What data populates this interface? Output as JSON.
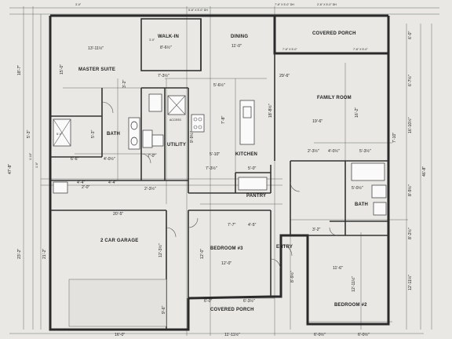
{
  "rooms": {
    "walk_in": {
      "label": "WALK-IN",
      "dim": "8'-6½\""
    },
    "dining": {
      "label": "DINING",
      "dim": "11'-0\""
    },
    "covered_porch_top": {
      "label": "COVERED PORCH"
    },
    "master_suite": {
      "label": "MASTER SUITE",
      "dim_w": "13'-11½\"",
      "dim_h": "15'-0\""
    },
    "family_room": {
      "label": "FAMILY ROOM",
      "dim_w": "19'-6\"",
      "dim_h": "16'-2\""
    },
    "bath_master": {
      "label": "BATH"
    },
    "utility": {
      "label": "UTILITY"
    },
    "kitchen": {
      "label": "KITCHEN"
    },
    "pantry": {
      "label": "PANTRY"
    },
    "bath_2": {
      "label": "BATH",
      "dim": "5'-0½\""
    },
    "garage": {
      "label": "2 CAR GARAGE",
      "dim_w": "20'-5\"",
      "dim_h": "21'-2\""
    },
    "bedroom_3": {
      "label": "BEDROOM #3",
      "dim_w": "12'-0\"",
      "dim_h": "12'-0\""
    },
    "entry": {
      "label": "ENTRY"
    },
    "bedroom_2": {
      "label": "BEDROOM #2",
      "dim_w": "11'-6\"",
      "dim_h": "12'-11½\""
    },
    "covered_porch_bottom": {
      "label": "COVERED PORCH"
    }
  },
  "dims": {
    "top_1": "5'-6\" X 5'-0\" DH",
    "top_2": "3'-0\"",
    "top_3": "7'-6\" X 5'-0\" DH",
    "top_4": "2'-6\" X 5'-0\" DH",
    "porch_win": "7'-6\" X 5'-0\"",
    "porch_win_2": "7'-6\" X 5'-0\"",
    "right_1": "6'-0\"",
    "right_2": "6'-7½\"",
    "right_3": "16'-10½\"",
    "right_4": "46'-8\"",
    "right_5": "8'-9½\"",
    "right_6": "12'-11½\"",
    "right_7": "8'-2½\"",
    "right_8": "7'-10\"",
    "left_1": "18'-7\"",
    "left_2": "47'-8\"",
    "left_3": "23'-2\"",
    "left_4": "5'-3\"",
    "left_5": "1'-10\"",
    "left_6": "1'-6\"",
    "mid_1": "7'-3½\"",
    "mid_2": "5'-6½\"",
    "mid_3": "29'-6\"",
    "mid_4": "18'-8½\"",
    "mid_5": "7'-8\"",
    "mid_6": "5'-10\"",
    "mid_7": "7'-3½\"",
    "mid_8": "5'-0\"",
    "mid_9": "4'-4\"",
    "mid_10": "2'-3½\"",
    "mid_11": "4'-0½\"",
    "mid_12": "7'-0\"",
    "mid_13": "7'-7\"",
    "mid_14": "4'-5\"",
    "mid_15": "2'-3½\"",
    "mid_16": "4'-0½\"",
    "mid_17": "5'-3½\"",
    "mid_18": "3'-2\"",
    "mid_19": "6'-3½\"",
    "mid_20": "6'-0\"",
    "mid_21": "11'-11½\"",
    "mid_22": "6'-0½\"",
    "mid_23": "6'-0½\"",
    "mid_24": "16'-0\"",
    "mid_25": "8'-9½\"",
    "mid_26": "9'-6\"",
    "mid_27": "12'-3½\"",
    "mid_28": "4'-4\"",
    "mid_29": "9'-9½\"",
    "mid_30": "3'-2\"",
    "mid_31": "2'-0\"",
    "mid_32": "6'-6\"",
    "mid_33": "5'-3\""
  },
  "notes": {
    "access": "ACCESS",
    "walkin_note": "3'-0\"",
    "bath_note": "5'-0\""
  }
}
